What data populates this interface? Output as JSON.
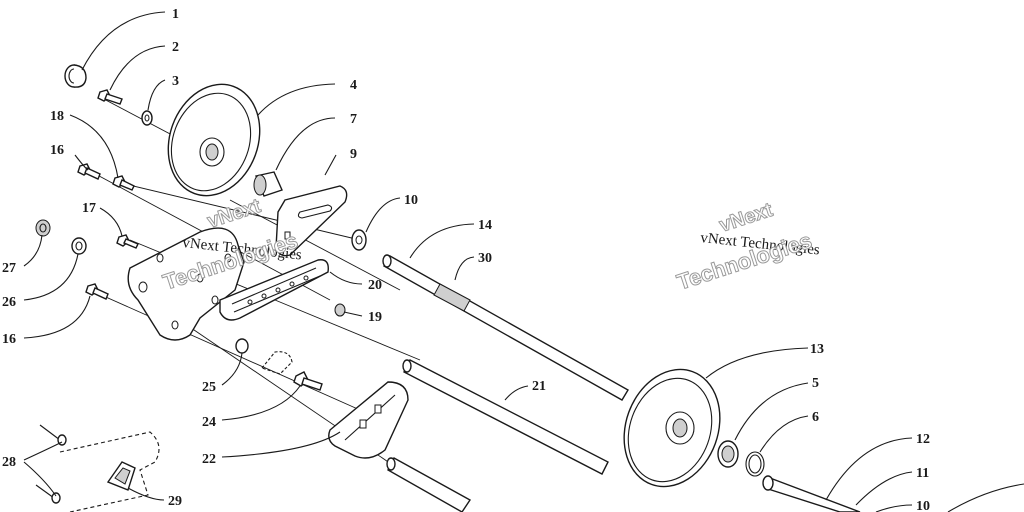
{
  "watermark": {
    "line1": "vNext",
    "line2": "vNext Technologies",
    "line3": "Technologies"
  },
  "callouts": [
    {
      "id": "c1",
      "label": "1"
    },
    {
      "id": "c2",
      "label": "2"
    },
    {
      "id": "c3",
      "label": "3"
    },
    {
      "id": "c4",
      "label": "4"
    },
    {
      "id": "c7",
      "label": "7"
    },
    {
      "id": "c9",
      "label": "9"
    },
    {
      "id": "c10a",
      "label": "10"
    },
    {
      "id": "c14",
      "label": "14"
    },
    {
      "id": "c30",
      "label": "30"
    },
    {
      "id": "c16a",
      "label": "16"
    },
    {
      "id": "c18",
      "label": "18"
    },
    {
      "id": "c17",
      "label": "17"
    },
    {
      "id": "c27",
      "label": "27"
    },
    {
      "id": "c26",
      "label": "26"
    },
    {
      "id": "c16b",
      "label": "16"
    },
    {
      "id": "c20",
      "label": "20"
    },
    {
      "id": "c19",
      "label": "19"
    },
    {
      "id": "c25",
      "label": "25"
    },
    {
      "id": "c24",
      "label": "24"
    },
    {
      "id": "c22",
      "label": "22"
    },
    {
      "id": "c21",
      "label": "21"
    },
    {
      "id": "c13",
      "label": "13"
    },
    {
      "id": "c5",
      "label": "5"
    },
    {
      "id": "c6",
      "label": "6"
    },
    {
      "id": "c12",
      "label": "12"
    },
    {
      "id": "c11",
      "label": "11"
    },
    {
      "id": "c10b",
      "label": "10"
    },
    {
      "id": "c28",
      "label": "28"
    },
    {
      "id": "c29",
      "label": "29"
    }
  ]
}
